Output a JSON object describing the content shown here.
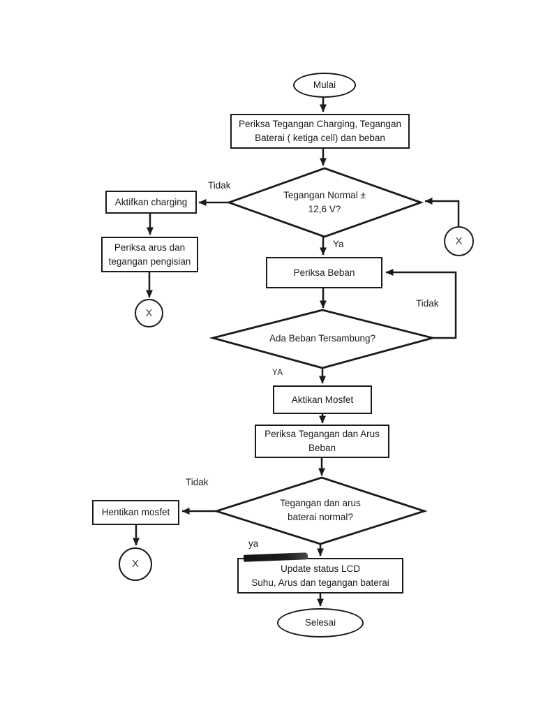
{
  "page": {
    "background": "#ffffff",
    "line_color": "#1a1a1a"
  },
  "flowchart": {
    "nodes": {
      "start": {
        "label": "Mulai"
      },
      "check_inputs": {
        "line1": "Periksa Tegangan Charging, Tegangan",
        "line2": "Baterai ( ketiga cell) dan beban"
      },
      "decision_voltage": {
        "line1": "Tegangan Normal ±",
        "line2": "12,6 V?"
      },
      "activate_charging": {
        "label": "Aktifkan charging"
      },
      "check_charge_current": {
        "line1": "Periksa arus dan",
        "line2": "tegangan pengisian"
      },
      "connector_left": {
        "label": "X"
      },
      "connector_right": {
        "label": "X"
      },
      "check_load": {
        "label": "Periksa Beban"
      },
      "decision_load": {
        "label": "Ada Beban Tersambung?"
      },
      "activate_mosfet": {
        "label": "Aktikan Mosfet"
      },
      "check_load_voltage": {
        "line1": "Periksa Tegangan dan Arus",
        "line2": "Beban"
      },
      "decision_battery": {
        "line1": "Tegangan dan arus",
        "line2": "baterai normal?"
      },
      "stop_mosfet": {
        "label": "Hentikan mosfet"
      },
      "connector_bottom": {
        "label": "X"
      },
      "update_lcd": {
        "line1": "Update status LCD",
        "line2": "Suhu, Arus dan tegangan baterai"
      },
      "end": {
        "label": "Selesai"
      }
    },
    "edge_labels": {
      "voltage_no": "Tidak",
      "voltage_yes": "Ya",
      "load_no": "Tidak",
      "load_yes": "YA",
      "battery_no": "Tidak",
      "battery_yes": "ya"
    }
  }
}
